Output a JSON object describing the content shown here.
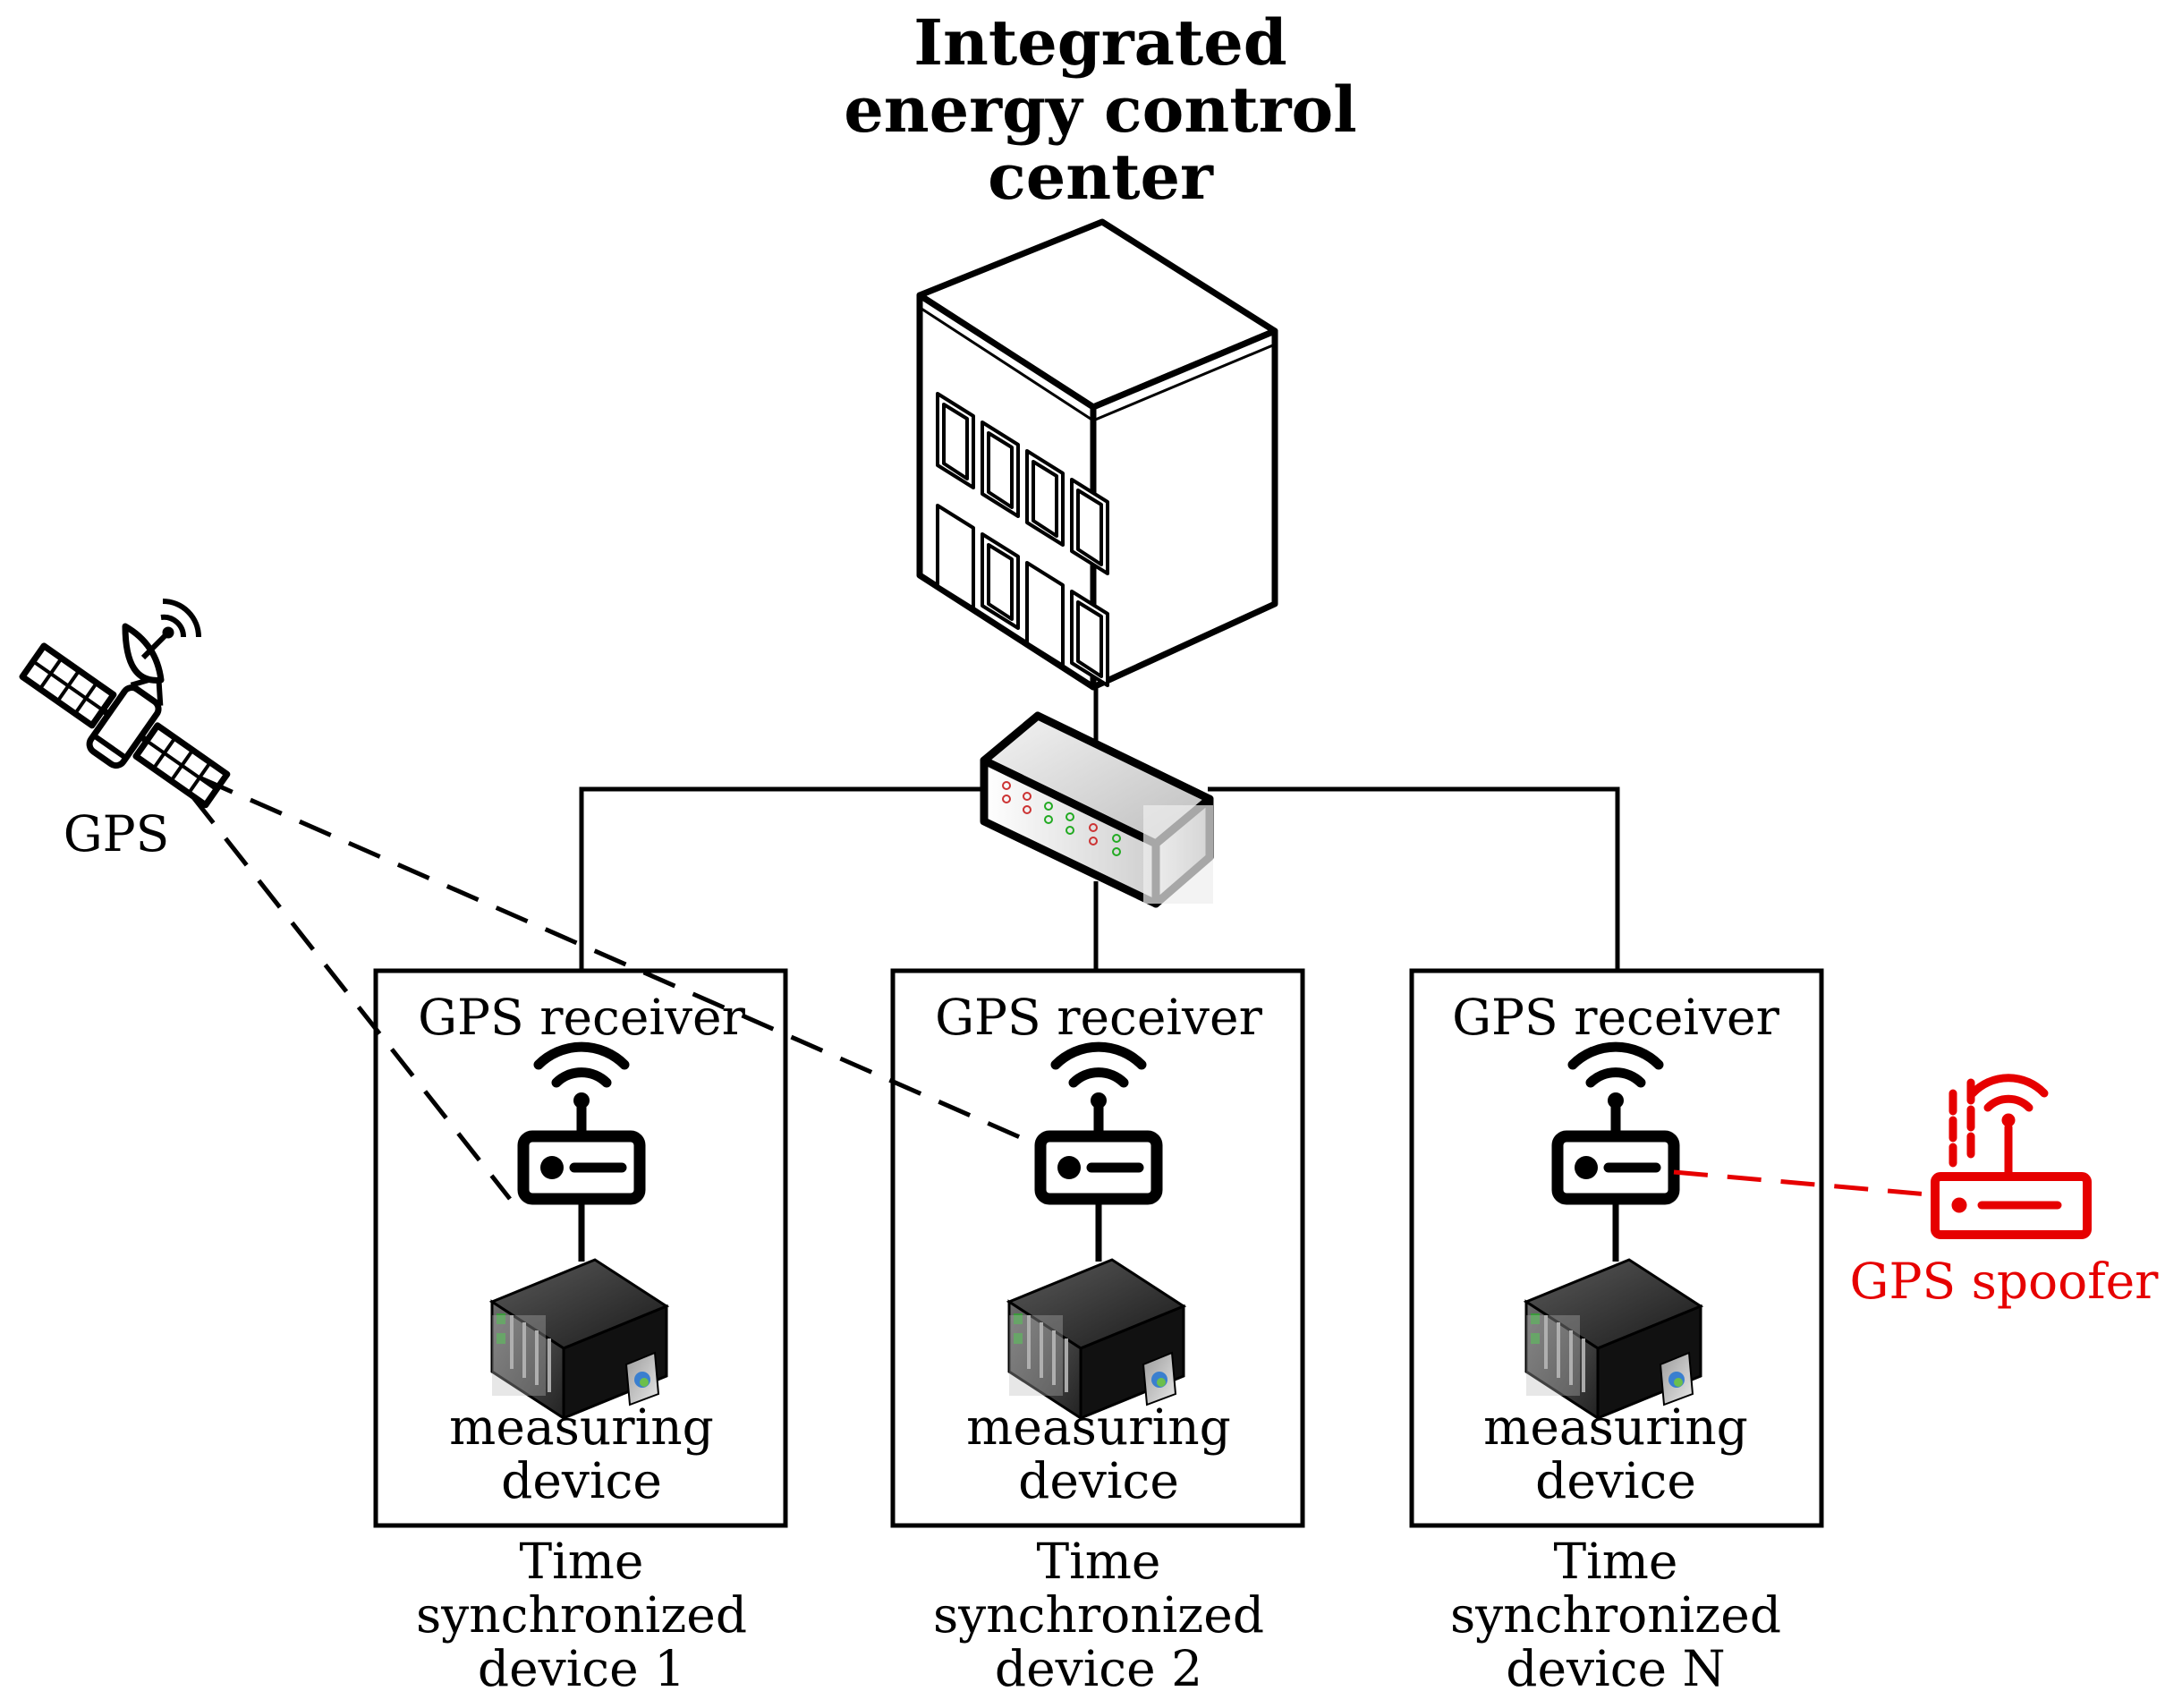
{
  "title_lines": [
    "Integrated",
    "energy control",
    "center"
  ],
  "satellite": {
    "label": "GPS",
    "icon": "satellite-icon"
  },
  "switch": {
    "icon": "network-switch-icon"
  },
  "control_center": {
    "icon": "building-icon"
  },
  "devices": [
    {
      "receiver_label": "GPS receiver",
      "measuring_line1": "measuring",
      "measuring_line2": "device",
      "name_line1": "Time",
      "name_line2": "synchronized",
      "name_line3": "device 1"
    },
    {
      "receiver_label": "GPS receiver",
      "measuring_line1": "measuring",
      "measuring_line2": "device",
      "name_line1": "Time",
      "name_line2": "synchronized",
      "name_line3": "device 2"
    },
    {
      "receiver_label": "GPS receiver",
      "measuring_line1": "measuring",
      "measuring_line2": "device",
      "name_line1": "Time",
      "name_line2": "synchronized",
      "name_line3": "device N"
    }
  ],
  "spoofer": {
    "label": "GPS spoofer",
    "color": "#e60000",
    "icon": "spoofer-router-icon"
  },
  "colors": {
    "line": "#000000",
    "spoof": "#e60000"
  }
}
